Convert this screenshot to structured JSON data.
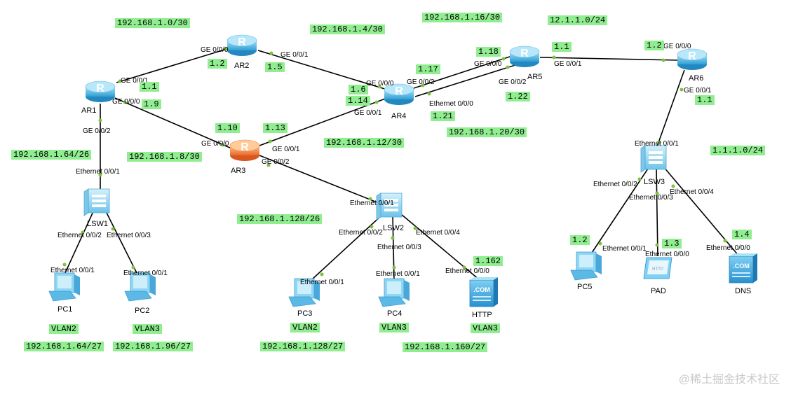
{
  "devices": {
    "ar1": "AR1",
    "ar2": "AR2",
    "ar3": "AR3",
    "ar4": "AR4",
    "ar5": "AR5",
    "ar6": "AR6",
    "lsw1": "LSW1",
    "lsw2": "LSW2",
    "lsw3": "LSW3",
    "pc1": "PC1",
    "pc2": "PC2",
    "pc3": "PC3",
    "pc4": "PC4",
    "pc5": "PC5",
    "http": "HTTP",
    "pad": "PAD",
    "dns": "DNS",
    "server_screen": ".COM",
    "pad_screen": "HTTP"
  },
  "ports": {
    "ar2_ge000": "GE 0/0/0",
    "ar2_ge001": "GE 0/0/1",
    "ar1_ge001": "GE 0/0/1",
    "ar1_ge000": "GE 0/0/0",
    "ar1_ge002": "GE 0/0/2",
    "ar4_ge000": "GE 0/0/0",
    "ar4_ge002": "GE 0/0/2",
    "ar4_ge001": "GE 0/0/1",
    "ar4_eth000": "Ethernet 0/0/0",
    "ar5_ge000": "GE 0/0/0",
    "ar5_ge002": "GE 0/0/2",
    "ar5_ge001": "GE 0/0/1",
    "ar6_ge000": "GE 0/0/0",
    "ar6_ge001": "GE 0/0/1",
    "ar3_ge000": "GE 0/0/0",
    "ar3_ge001": "GE 0/0/1",
    "ar3_ge002": "GE 0/0/2",
    "lsw1_eth001": "Ethernet 0/0/1",
    "lsw1_eth002": "Ethernet 0/0/2",
    "lsw1_eth003": "Ethernet 0/0/3",
    "pc1_eth001": "Ethernet 0/0/1",
    "pc2_eth001": "Ethernet 0/0/1",
    "lsw2_eth001": "Ethernet 0/0/1",
    "lsw2_eth002": "Ethernet 0/0/2",
    "lsw2_eth003": "Ethernet 0/0/3",
    "lsw2_eth004": "Ethernet 0/0/4",
    "pc3_eth001": "Ethernet 0/0/1",
    "pc4_eth001": "Ethernet 0/0/1",
    "http_eth000": "Ethernet 0/0/0",
    "lsw3_eth001": "Ethernet 0/0/1",
    "lsw3_eth002": "Ethernet 0/0/2",
    "lsw3_eth003": "Ethernet 0/0/3",
    "lsw3_eth004": "Ethernet 0/0/4",
    "pc5_eth001": "Ethernet 0/0/1",
    "pad_eth000": "Ethernet 0/0/0",
    "dns_eth000": "Ethernet 0/0/0"
  },
  "subnets": {
    "n1_0": "192.168.1.0/30",
    "n1_4": "192.168.1.4/30",
    "n1_16": "192.168.1.16/30",
    "n12": "12.1.1.0/24",
    "n1_12": "192.168.1.12/30",
    "n1_20": "192.168.1.20/30",
    "n1_64_26": "192.168.1.64/26",
    "n1_8": "192.168.1.8/30",
    "n1_128_26": "192.168.1.128/26",
    "n11": "1.1.1.0/24",
    "n1_64_27": "192.168.1.64/27",
    "n1_96_27": "192.168.1.96/27",
    "n1_128_27": "192.168.1.128/27",
    "n1_160_27": "192.168.1.160/27"
  },
  "addresses": {
    "a1_2": "1.2",
    "a1_5": "1.5",
    "a1_1": "1.1",
    "a1_9": "1.9",
    "a1_6": "1.6",
    "a1_14": "1.14",
    "a1_17": "1.17",
    "a1_18": "1.18",
    "a1_21": "1.21",
    "a1_22": "1.22",
    "a_ar5_12": "1.1",
    "a_ar6_12": "1.2",
    "a_ar6_11": "1.1",
    "a1_10": "1.10",
    "a1_13": "1.13",
    "a1_162": "1.162",
    "a_pc5": "1.2",
    "a_pad": "1.3",
    "a_dns": "1.4"
  },
  "vlans": {
    "pc1": "VLAN2",
    "pc2": "VLAN3",
    "pc3": "VLAN2",
    "pc4": "VLAN3",
    "http": "VLAN3"
  },
  "watermark": "@稀土掘金技术社区",
  "colors": {
    "router": "#58bfe8",
    "router_highlight": "#f08a3c",
    "switch": "#9fd9f2",
    "dot": "#7cc23a",
    "tag": "#90ee90"
  }
}
